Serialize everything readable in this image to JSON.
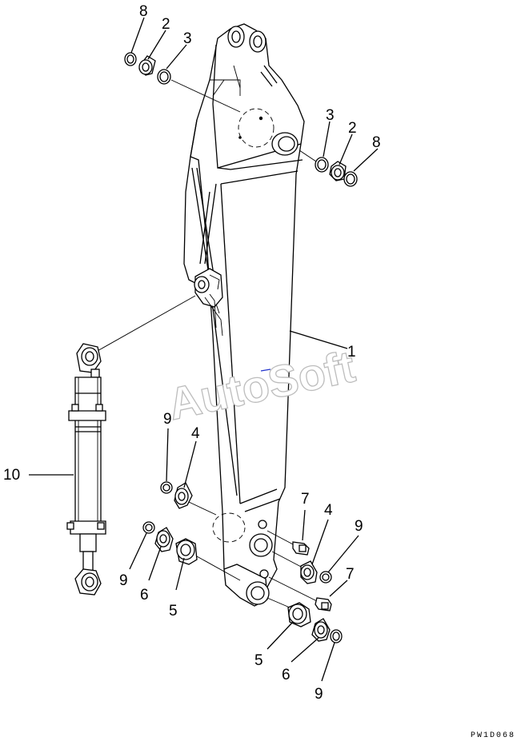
{
  "callouts": {
    "top_left_8": "8",
    "top_left_2": "2",
    "top_left_3": "3",
    "top_right_3": "3",
    "top_right_2": "2",
    "top_right_8": "8",
    "arm_1": "1",
    "cylinder_10": "10",
    "left_9": "9",
    "left_4": "4",
    "left_9b": "9",
    "left_6": "6",
    "left_5": "5",
    "right_7a": "7",
    "right_4": "4",
    "right_9a": "9",
    "right_7b": "7",
    "right_5": "5",
    "right_6": "6",
    "right_9b": "9"
  },
  "watermark": "AutoSoft",
  "drawing_code": "PW1D068"
}
